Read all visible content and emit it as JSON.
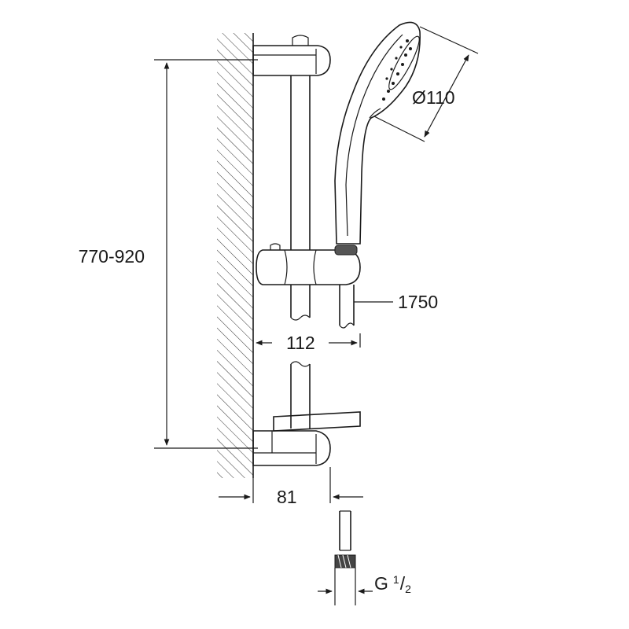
{
  "dimensions": {
    "rail_height": "770-920",
    "handshower_diameter": "Ø110",
    "hose_length": "1750",
    "slider_projection": "112",
    "bracket_projection": "81",
    "thread_main": "G",
    "thread_num": "1",
    "thread_den": "2"
  }
}
